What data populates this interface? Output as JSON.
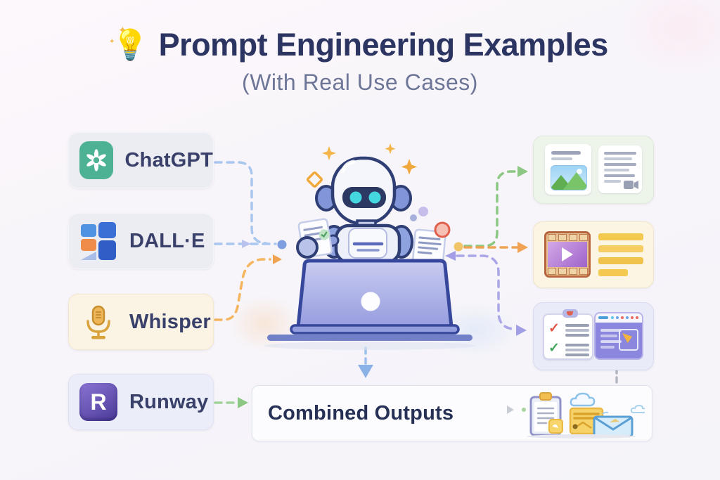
{
  "header": {
    "emoji": "💡",
    "title": "Prompt Engineering Examples",
    "subtitle": "(With Real Use Cases)"
  },
  "tools": [
    {
      "label": "ChatGPT",
      "icon": "chatgpt-swirl-logo",
      "accent": "#4DB294"
    },
    {
      "label": "DALL·E",
      "icon": "dalle-grid-logo",
      "accent": "#3A70D6"
    },
    {
      "label": "Whisper",
      "icon": "microphone-icon",
      "accent": "#D9A23C"
    },
    {
      "label": "Runway",
      "icon": "runway-r-logo",
      "icon_letter": "R",
      "accent": "#5D4DB3"
    }
  ],
  "center": {
    "illustration": "robot-working-on-laptop"
  },
  "outputs": [
    {
      "icon": "image-document-and-video-article-cards",
      "tint": "#EDF4EA"
    },
    {
      "icon": "video-player-with-text-lines",
      "tint": "#FCF5E3"
    },
    {
      "icon": "checklist-clipboard-and-browser-window",
      "tint": "#EAEBF8"
    }
  ],
  "combined": {
    "label": "Combined Outputs",
    "icons": [
      "clipboard-icon",
      "message-card-icon",
      "envelope-icon",
      "cloud-icon"
    ]
  },
  "connectors": {
    "chatgpt_to_center": "#A9C6EF",
    "dalle_to_center": "#A9C6EF",
    "whisper_to_center": "#F4B55E",
    "runway_to_combined": "#A2D39B",
    "center_to_top_output": "#8CC783",
    "center_to_mid_output": "#F0A352",
    "center_to_bottom_output": "#AAA6E8",
    "center_down_to_combined": "#9FC0EC",
    "combined_up_to_bottom_output": "#B4B7C2"
  },
  "colors": {
    "title_navy": "#2C3462",
    "subtitle_gray": "#6E7698",
    "chatgpt_green": "#4DB294",
    "dalle_blue": "#3A70D6",
    "whisper_gold": "#D9A23C",
    "runway_purple": "#5D4DB3",
    "robot_eye_cyan": "#45D7E0",
    "laptop_lavender": "#9AA0E0"
  }
}
